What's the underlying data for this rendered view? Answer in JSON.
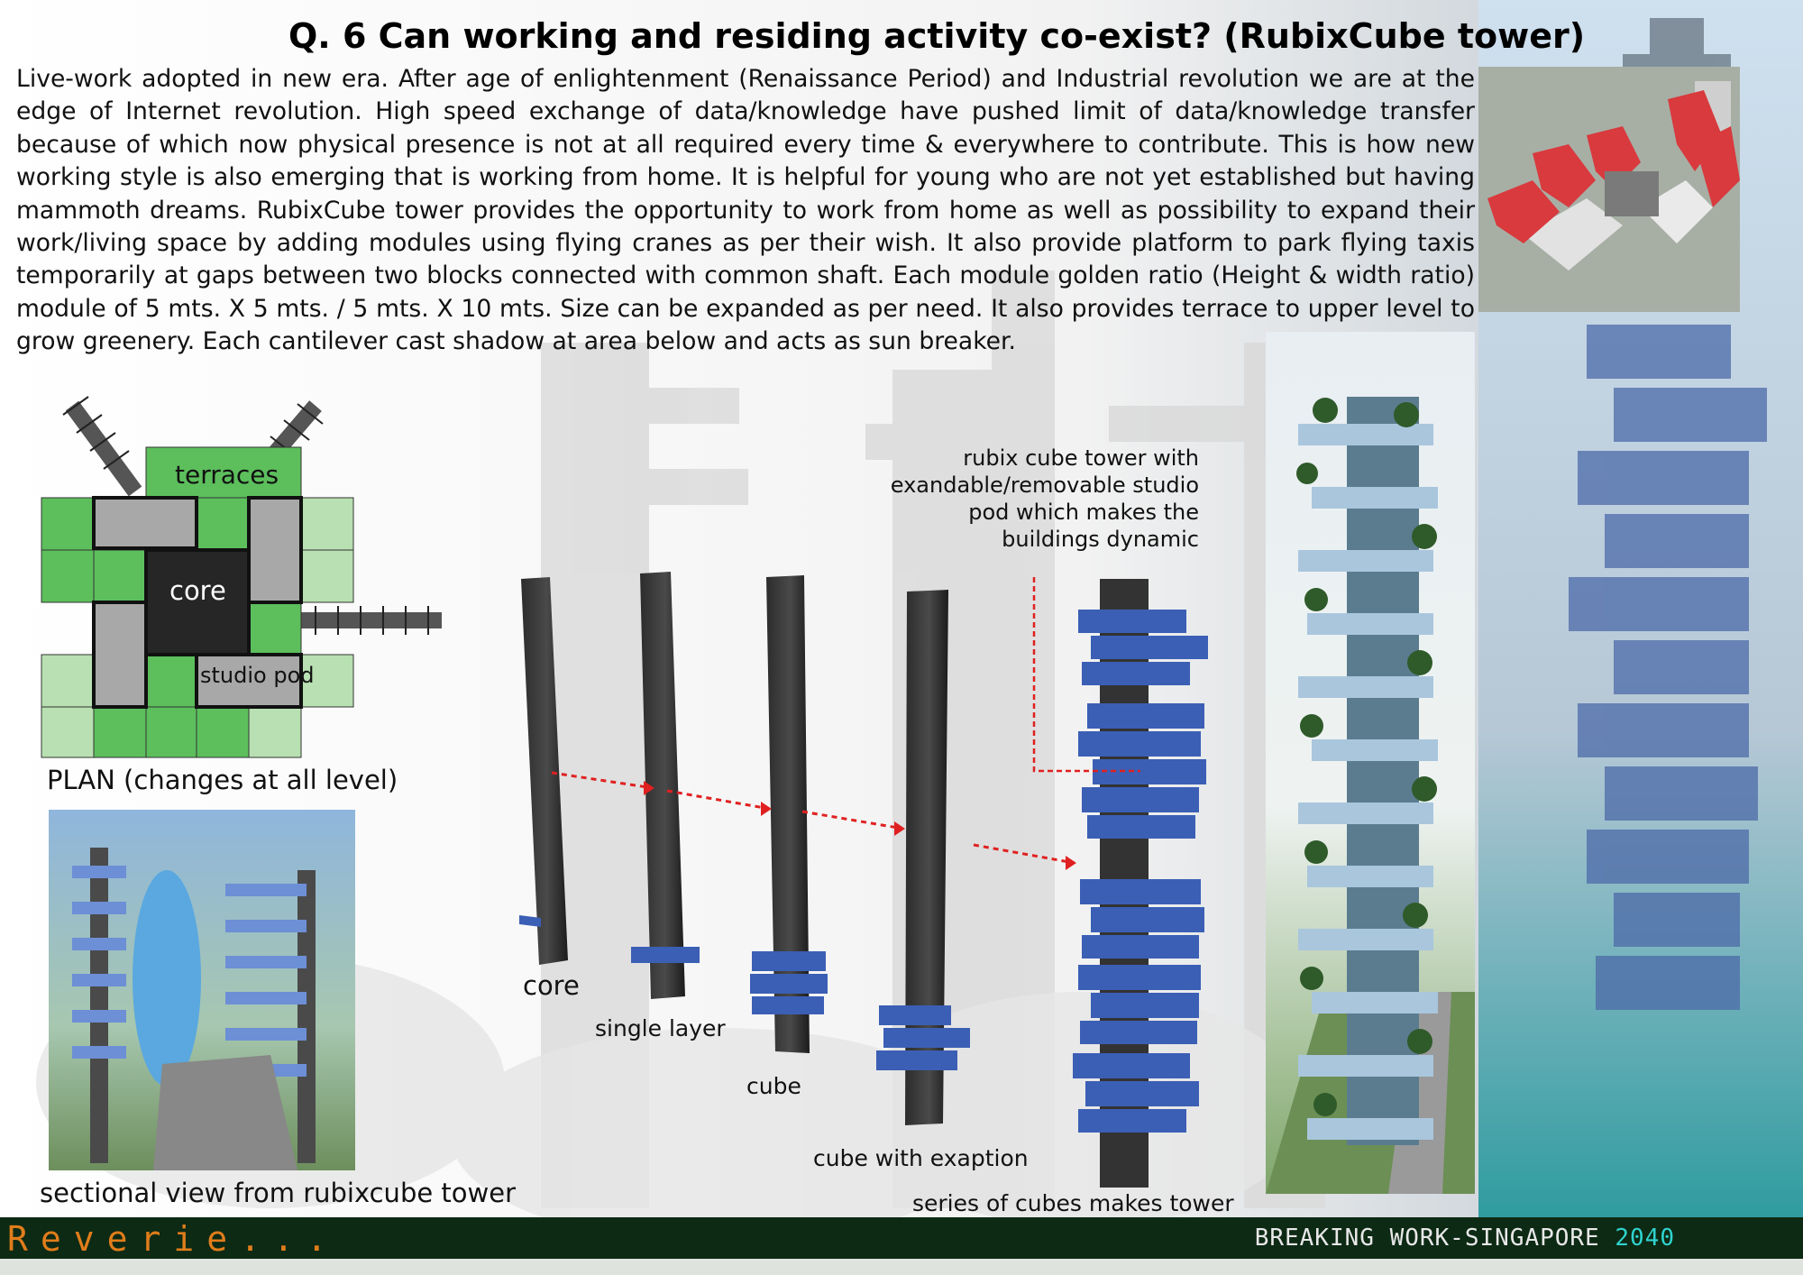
{
  "title": "Q. 6 Can working and residing activity co-exist? (RubixCube tower)",
  "intro_text": "Live-work adopted in new era. After age of enlightenment (Renaissance Period) and Industrial revolution we are at the edge of Internet revolution. High speed exchange of data/knowledge have pushed limit of data/knowledge transfer because of which now physical presence is not at all required every time & everywhere to contribute. This is how new working style is also emerging that is working from home. It is helpful for young who are not yet established but having mammoth dreams. RubixCube tower provides the opportunity to work from home as well as possibility to expand their work/living space by adding modules using flying cranes as per their wish. It also provide platform to park flying taxis temporarily at gaps between two blocks connected with common shaft. Each module golden ratio (Height & width ratio) module of 5 mts. X 5 mts. / 5 mts. X 10 mts. Size can be expanded as per need. It also provides terrace to upper level to grow greenery. Each cantilever cast shadow at area below and acts as sun breaker.",
  "plan": {
    "terraces": "terraces",
    "core": "core",
    "studio_pod": "studio pod",
    "caption": "PLAN (changes at all level)"
  },
  "section_caption": "sectional view from rubixcube tower",
  "steps": {
    "core": "core",
    "single_layer": "single layer",
    "cube": "cube",
    "cube_exception": "cube with exaption",
    "series": "series of cubes makes tower"
  },
  "annotation": "rubix cube tower with exandable/removable studio pod which makes the buildings dynamic",
  "footer": {
    "left": "Reverie...",
    "right_text": "BREAKING WORK-SINGAPORE ",
    "right_year": "2040"
  },
  "colors": {
    "terrace_green": "#5cbf5c",
    "terrace_light": "#b8e0b2",
    "pod_grey": "#a8a8a8",
    "core_dark": "#262626",
    "pod_blue": "#3b5fb5",
    "arrow_red": "#e02020",
    "footer_bg": "#0d2a14",
    "footer_orange": "#e07d1b",
    "footer_cyan": "#2fd3d0"
  }
}
